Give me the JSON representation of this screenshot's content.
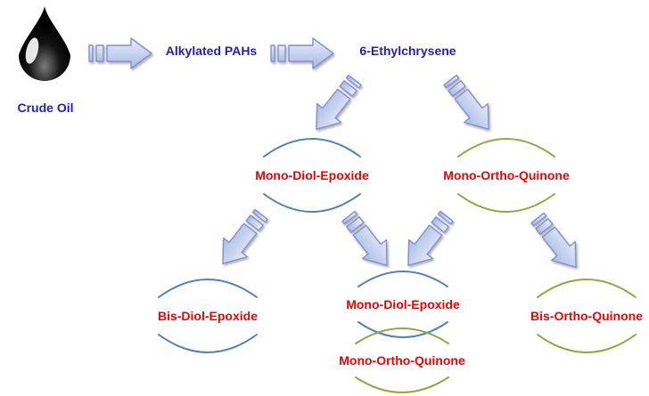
{
  "colors": {
    "blue_label": "#2020BF",
    "red_label": "#F40000",
    "arrow_fill_light": "#E9EDF9",
    "arrow_fill": "#C7D2F0",
    "arrow_fill_dark": "#A9BBE4",
    "arrow_stroke": "#8191C8",
    "arc_blue": "#4F81BD",
    "arc_green": "#8FA843",
    "drop_color": "#000000"
  },
  "flow": {
    "crude_oil": "Crude Oil",
    "alkylated_pahs": "Alkylated PAHs",
    "ethylchrysene": "6-Ethylchrysene",
    "mono_diol_epoxide_mid": "Mono-Diol-Epoxide",
    "mono_ortho_quinone_mid": "Mono-Ortho-Quinone",
    "bis_diol_epoxide": "Bis-Diol-Epoxide",
    "mono_diol_epoxide_bottom": "Mono-Diol-Epoxide",
    "mono_ortho_quinone_bottom": "Mono-Ortho-Quinone",
    "bis_ortho_quinone": "Bis-Ortho-Quinone"
  }
}
